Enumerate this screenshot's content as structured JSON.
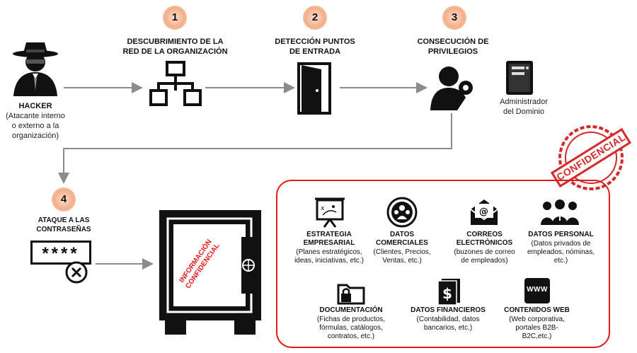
{
  "steps": [
    {
      "number": "1",
      "label": "DESCUBRIMIENTO DE LA\nRED DE LA ORGANIZACIÓN",
      "icon": "network-icon"
    },
    {
      "number": "2",
      "label": "DETECCIÓN PUNTOS\nDE ENTRADA",
      "icon": "door-icon"
    },
    {
      "number": "3",
      "label": "CONSECUCIÓN DE\nPRIVILEGIOS",
      "icon": "user-key-icon"
    },
    {
      "number": "4",
      "label": "ATAQUE A LAS\nCONTRASEÑAS",
      "icon": "password-icon"
    }
  ],
  "hacker": {
    "title": "HACKER",
    "description": "(Atacante interno\no externo a la\norganización)",
    "icon": "hacker-icon"
  },
  "admin": {
    "label": "Administrador\ndel Dominio",
    "icon": "server-icon"
  },
  "password_mask": "****",
  "safe": {
    "text": "INFORMACIÓN\nCONFIDENCIAL",
    "icon": "safe-icon"
  },
  "stamp": {
    "text": "CONFIDENCIAL",
    "color": "#d62828",
    "icon": "stamp-icon"
  },
  "categories": [
    {
      "title": "ESTRATEGIA\nEMPRESARIAL",
      "desc": "(Planes estratégicos,\nideas, iniciativas, etc.)",
      "icon": "strategy-board-icon"
    },
    {
      "title": "DATOS\nCOMERCIALES",
      "desc": "(Clientes, Precios,\nVentas, etc.)",
      "icon": "clients-icon"
    },
    {
      "title": "CORREOS\nELECTRÓNICOS",
      "desc": "(buzones de correo\nde empleados)",
      "icon": "email-icon"
    },
    {
      "title": "DATOS PERSONAL",
      "desc": "(Datos privados de\nempleados, nóminas,\netc.)",
      "icon": "people-icon"
    },
    {
      "title": "DOCUMENTACIÓN",
      "desc": "(Fichas de productos,\nfórmulas, catálogos,\ncontratos, etc.)",
      "icon": "locked-folder-icon"
    },
    {
      "title": "DATOS FINANCIEROS",
      "desc": "(Contabilidad, datos\nbancarios, etc.)",
      "icon": "finance-icon"
    },
    {
      "title": "CONTENIDOS WEB",
      "desc": "(Web corporativa,\nportales B2B-\nB2C,etc.)",
      "icon": "www-icon"
    }
  ],
  "colors": {
    "arrow": "#8c8c8c",
    "accent_red": "#e01b1b",
    "number_badge": "#f3b08a",
    "icon": "#111111"
  }
}
